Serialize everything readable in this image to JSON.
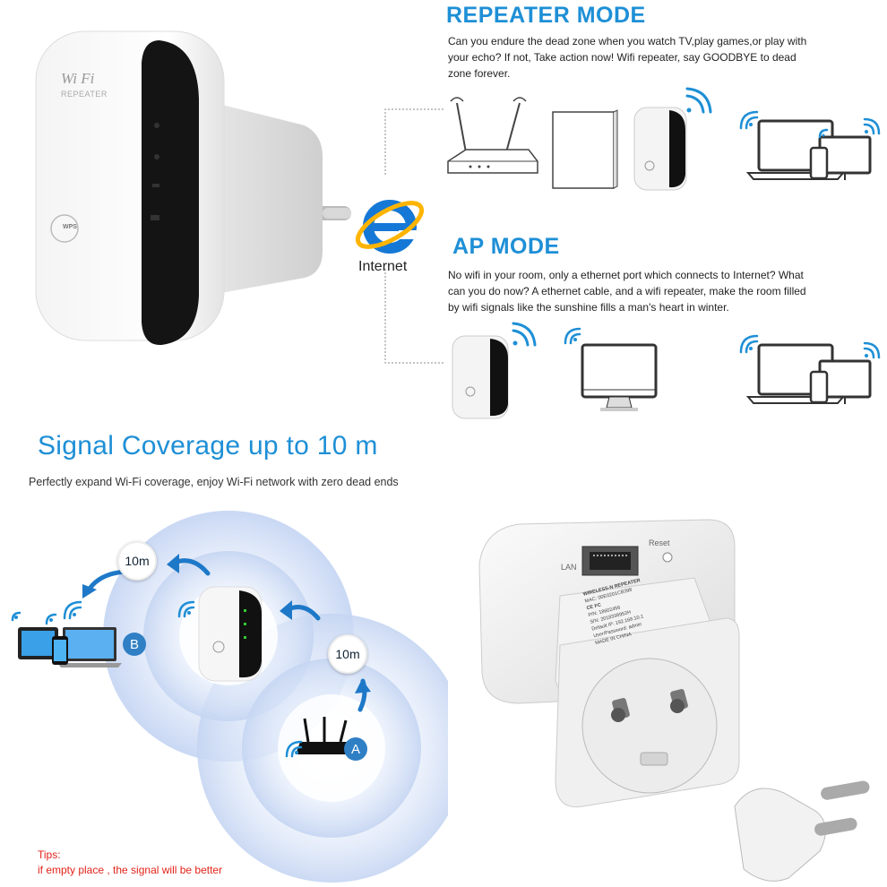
{
  "product": {
    "brand_logo": "Wi Fi",
    "brand_sub": "REPEATER",
    "wps_label": "WPS"
  },
  "internet_label": "Internet",
  "repeater_mode": {
    "title": "REPEATER MODE",
    "description": "Can you endure the dead zone when you watch TV,play games,or play with your echo? If not, Take action now! Wifi repeater, say GOODBYE to dead zone forever."
  },
  "ap_mode": {
    "title": "AP MODE",
    "description": "No wifi in your room, only a ethernet port which connects to Internet? What can you do now? A ethernet cable, and a wifi repeater, make the room filled by wifi signals like the sunshine fills a man's heart in winter."
  },
  "coverage": {
    "title": "Signal Coverage up to 10 m",
    "subtitle": "Perfectly expand Wi-Fi coverage, enjoy Wi-Fi network with zero dead ends",
    "range_label_1": "10m",
    "range_label_2": "10m",
    "point_a": "A",
    "point_b": "B",
    "tips_title": "Tips:",
    "tips_text": "if empty place , the signal will be better"
  },
  "back_view": {
    "lan_label": "LAN",
    "reset_label": "Reset",
    "label_title": "WIRELESS-N REPEATER",
    "label_line1": "MAC: 00E0201CB398",
    "label_line2": "P/N: 18602456",
    "label_line3": "S/N: 2018338952H",
    "label_line4": "Default IP: 192.168.10.1",
    "label_line5": "User/Password: admin",
    "label_line6": "MADE IN CHINA",
    "label_ce": "CE FC"
  },
  "colors": {
    "accent": "#1e8fd6",
    "tips": "#e2231a",
    "wifi_icon": "#1e8fd6"
  }
}
